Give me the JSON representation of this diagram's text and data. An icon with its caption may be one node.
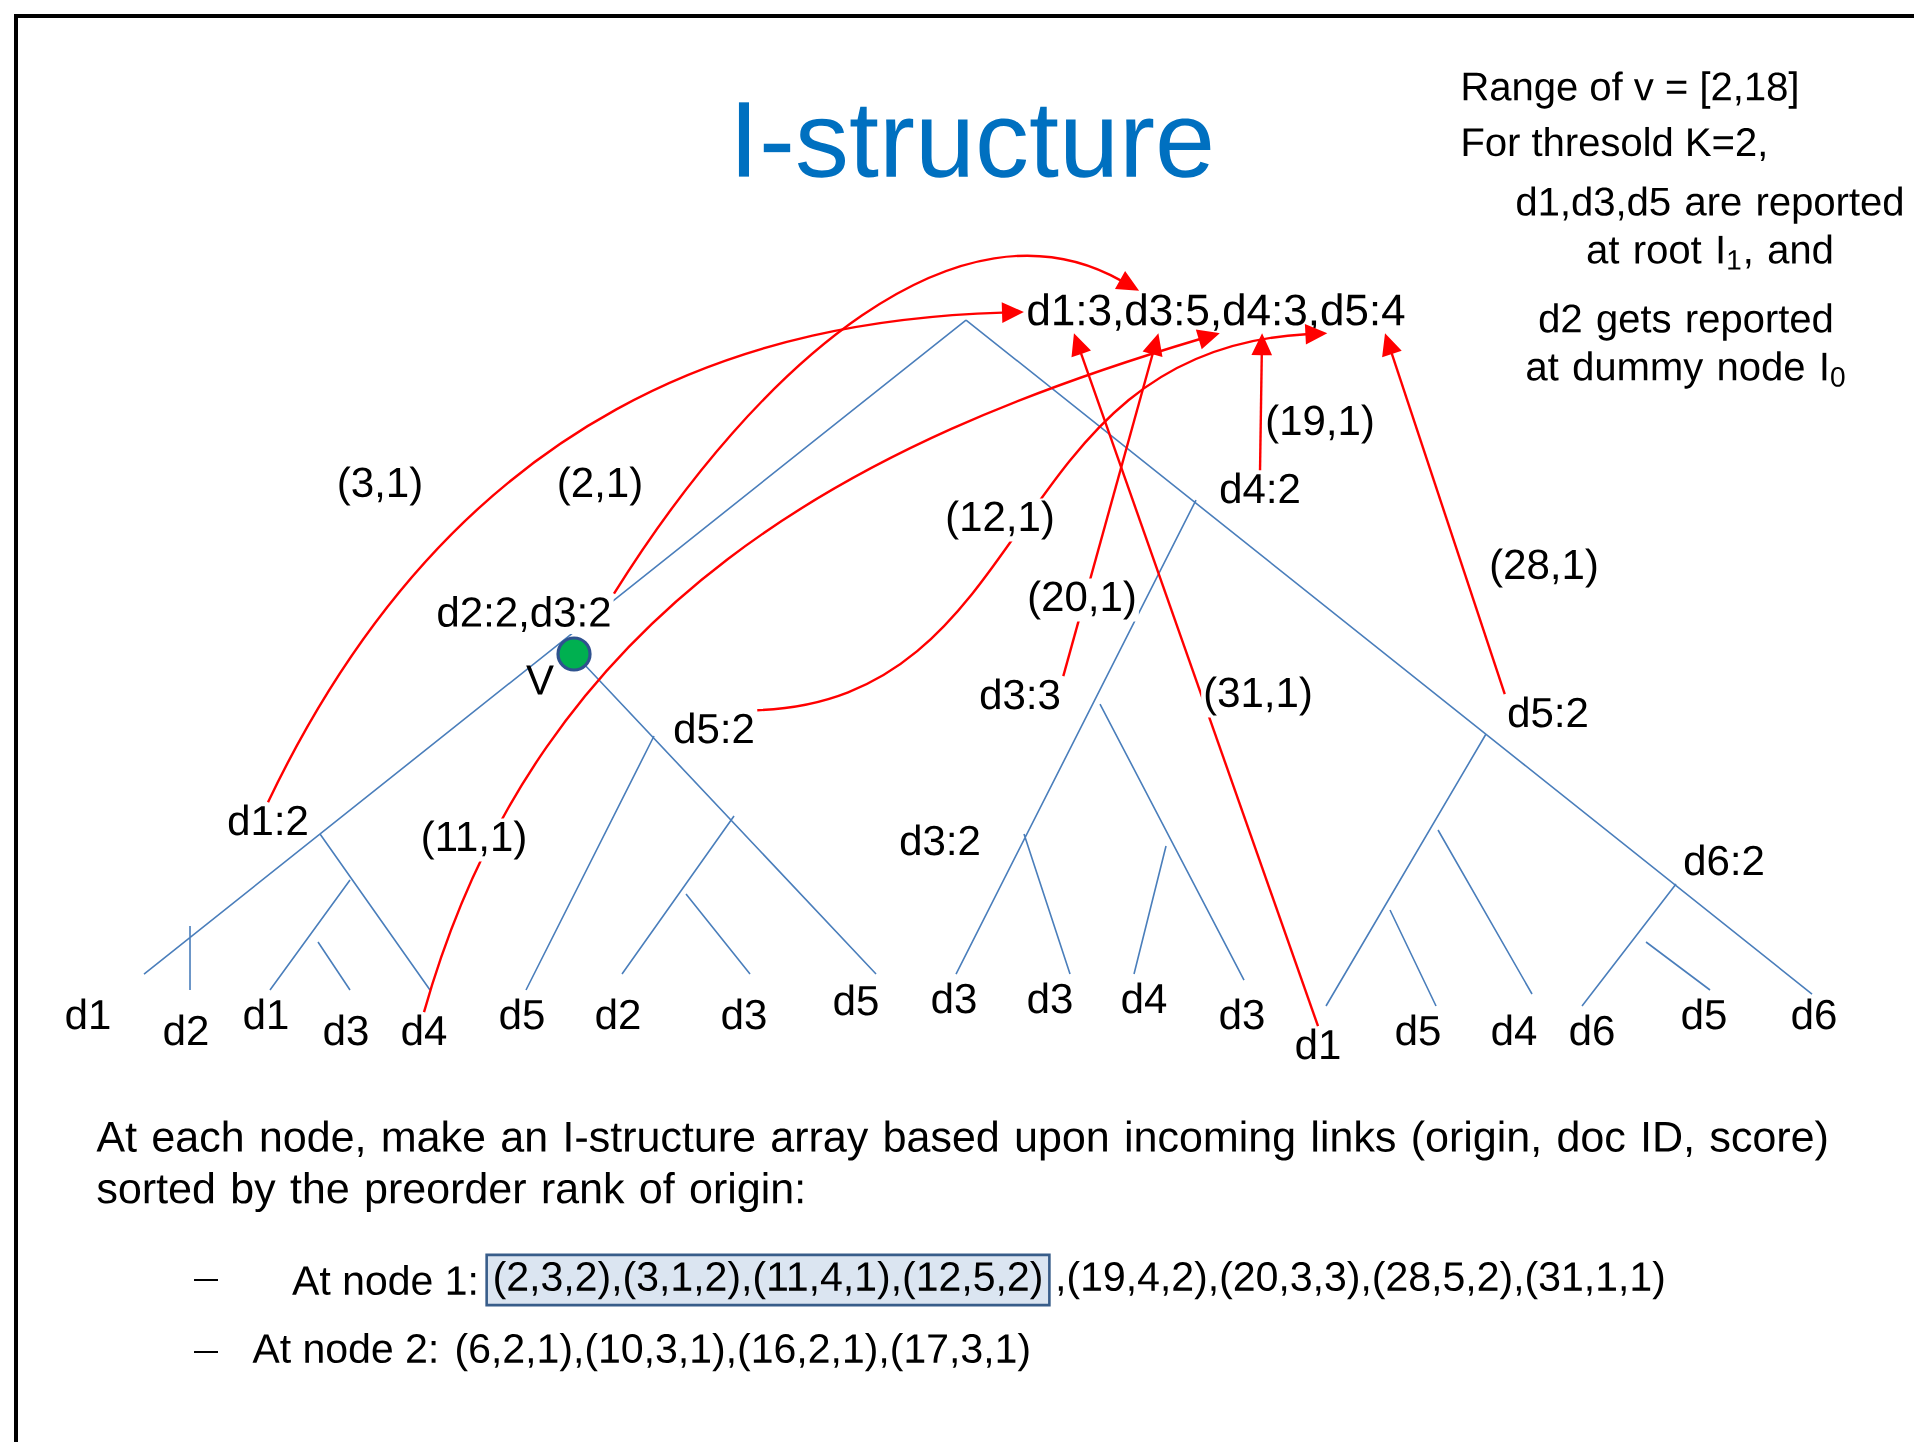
{
  "diagram": {
    "title": "I-structure",
    "nodes": [
      {
        "text": [
          "d1:3,d3:5,d4:3,d5:4"
        ]
      },
      {
        "text": [
          "d2:2,d3:2"
        ]
      },
      {
        "text": [
          "d4:2"
        ]
      },
      {
        "text": [
          "d5:2"
        ]
      },
      {
        "text": [
          "d3:3"
        ]
      },
      {
        "text": [
          "d5:2"
        ]
      },
      {
        "text": [
          "d1:2"
        ]
      },
      {
        "text": [
          "d4"
        ]
      },
      {
        "text": [
          "d1"
        ]
      },
      {
        "text": [
          "(2,3,2),(3,1,2),(11,4,1),(12,5,2)"
        ]
      }
    ],
    "edges": [
      {
        "from": 6,
        "to": 0,
        "arrow": "to",
        "label": "(3,1)"
      },
      {
        "from": 1,
        "to": 0,
        "arrow": "to",
        "label": "(2,1)"
      },
      {
        "from": 7,
        "to": 0,
        "arrow": "to",
        "label": "(11,1)"
      },
      {
        "from": 3,
        "to": 0,
        "arrow": "to",
        "label": "(12,1)"
      },
      {
        "from": 4,
        "to": 0,
        "arrow": "to",
        "label": "(20,1)"
      },
      {
        "from": 2,
        "to": 0,
        "arrow": "to",
        "label": "(19,1)"
      },
      {
        "from": 8,
        "to": 0,
        "arrow": "to",
        "label": "(31,1)"
      },
      {
        "from": 5,
        "to": 0,
        "arrow": "to",
        "label": "(28,1)"
      }
    ],
    "labels": [
      "Range of v = [2,18]",
      "For thresold K=2,",
      "d1,d3,d5 are reported at root I$_{1}$, and",
      "d2 gets reported at dummy node I$_{0}$",
      "V",
      "d3:2",
      "d6:2",
      "d1",
      "d2",
      "d1",
      "d3",
      "d5",
      "d2",
      "d3",
      "d5",
      "d3",
      "d3",
      "d4",
      "d3",
      "d5",
      "d4",
      "d6",
      "d5",
      "d6",
      "At each node, make an I-structure array based upon incoming links  (origin, doc ID, score) sorted by the preorder rank of origin:",
      "At node 1:",
      ",(19,4,2),(20,3,3),(28,5,2),(31,1,1)",
      "At node 2: (6,2,1),(10,3,1),(16,2,1),(17,3,1)"
    ]
  }
}
